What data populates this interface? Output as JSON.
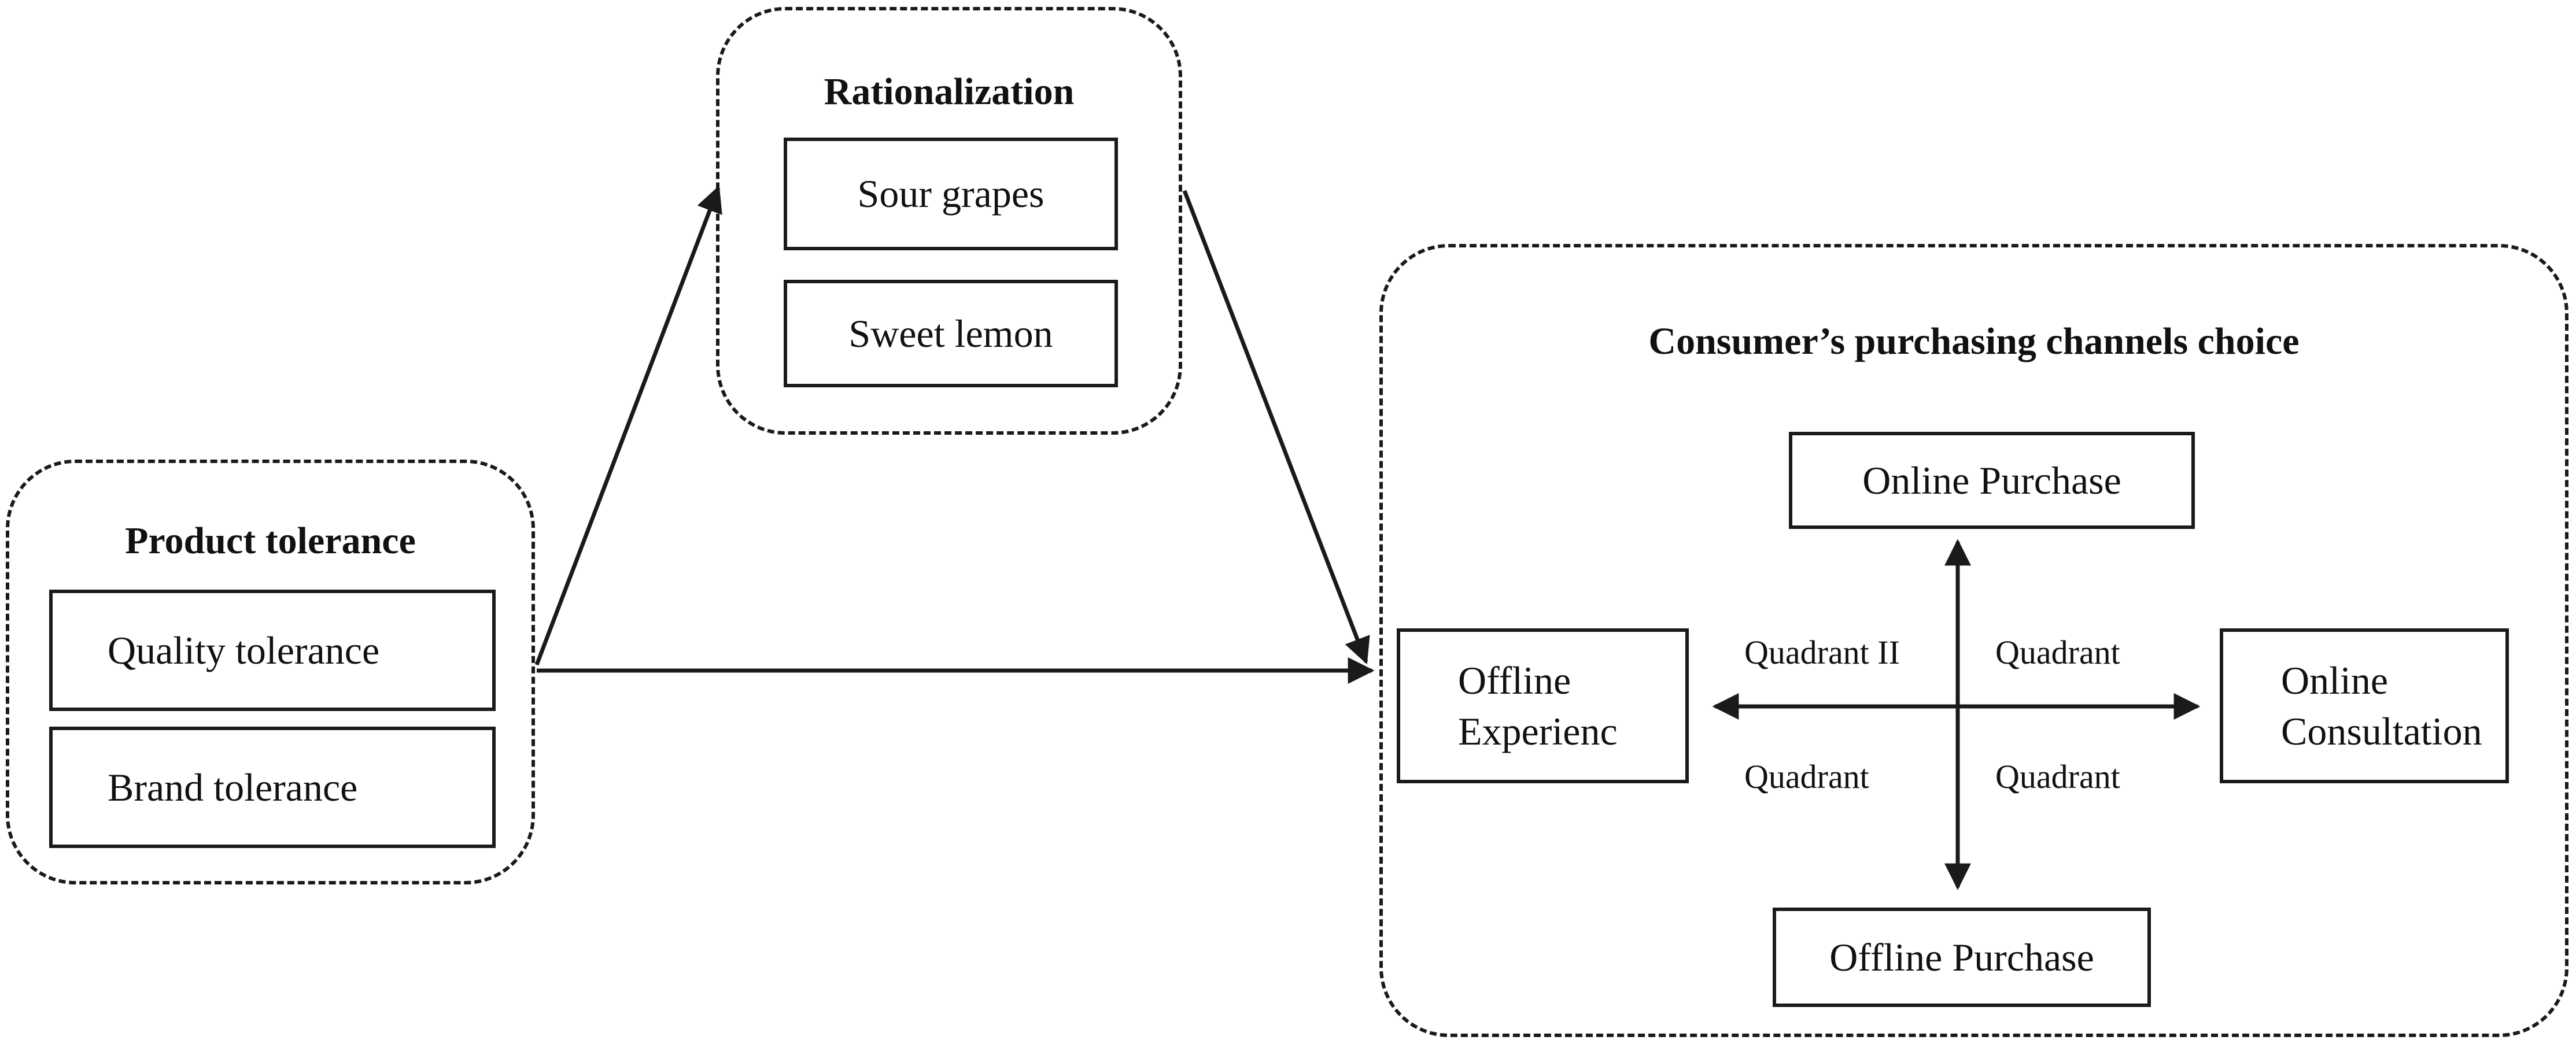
{
  "rationalization": {
    "title": "Rationalization",
    "items": [
      "Sour grapes",
      "Sweet lemon"
    ]
  },
  "product_tolerance": {
    "title": "Product tolerance",
    "items": [
      "Quality tolerance",
      "Brand tolerance"
    ]
  },
  "channels_choice": {
    "title": "Consumer’s purchasing channels choice",
    "online_purchase": "Online Purchase",
    "offline_purchase": "Offline Purchase",
    "offline_experience": [
      "Offline",
      "Experienc"
    ],
    "online_consultation": [
      "Online",
      "Consultation"
    ],
    "quadrants": {
      "top_left": "Quadrant II",
      "top_right": "Quadrant",
      "bottom_left": "Quadrant",
      "bottom_right": "Quadrant"
    }
  },
  "colors": {
    "stroke": "#1a1a1a",
    "background": "#ffffff"
  }
}
